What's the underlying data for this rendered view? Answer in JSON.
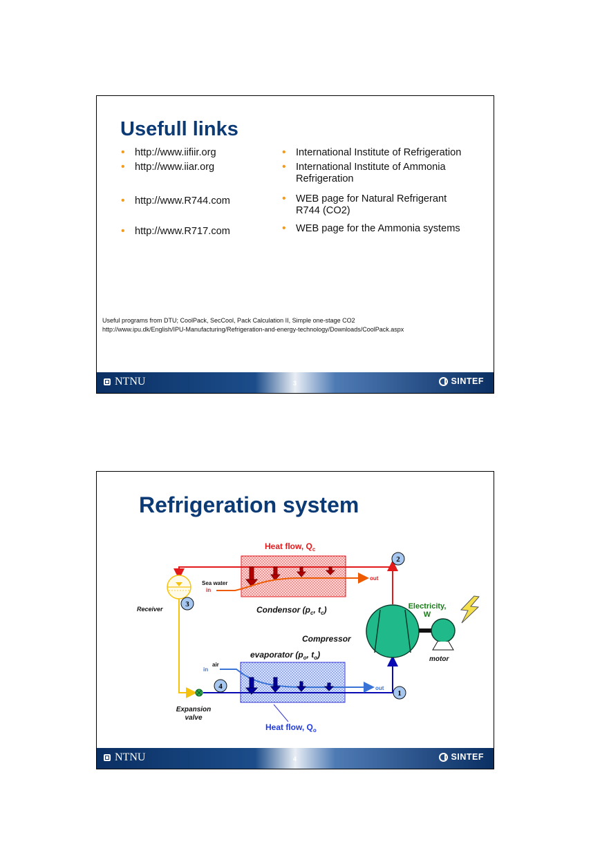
{
  "slide1": {
    "title": "Usefull links",
    "links": [
      "http://www.iifiir.org",
      "http://www.iiar.org",
      "http://www.R744.com",
      "http://www.R717.com"
    ],
    "descriptions": [
      "International Institute of Refrigeration",
      "International Institute of Ammonia",
      "Refrigeration",
      "WEB page for Natural Refrigerant",
      "R744 (CO2)",
      "WEB page for the Ammonia systems"
    ],
    "note_line1": "Useful programs from DTU; CoolPack, SecCool, Pack Calculation II, Simple one-stage CO2",
    "note_line2": "http://www.ipu.dk/English/IPU-Manufacturing/Refrigeration-and-energy-technology/Downloads/CoolPack.aspx",
    "footer": {
      "left": "NTNU",
      "page": "3",
      "right": "SINTEF"
    }
  },
  "slide2": {
    "title": "Refrigeration system",
    "diagram": {
      "heat_flow_c": "Heat flow, Q",
      "heat_flow_c_sub": "c",
      "sea_water": "Sea water",
      "in_top": "in",
      "out_top": "out",
      "condensor_label": "Condensor (p",
      "condensor_sub_p": "c",
      "condensor_mid": ", t",
      "condensor_sub_t": "c",
      "condensor_end": ")",
      "receiver": "Receiver",
      "compressor": "Compressor",
      "electricity": "Electricity,",
      "electricity_w": "W",
      "motor": "motor",
      "evaporator_label": "evaporator (p",
      "evaporator_sub_p": "o",
      "evaporator_mid": ", t",
      "evaporator_sub_t": "o",
      "evaporator_end": ")",
      "air": "air",
      "in_bottom": "in",
      "out_bottom": "out",
      "expansion_1": "Expansion",
      "expansion_2": "valve",
      "heat_flow_o": "Heat flow, Q",
      "heat_flow_o_sub": "o",
      "node_1": "1",
      "node_2": "2",
      "node_3": "3",
      "node_4": "4"
    },
    "footer": {
      "left": "NTNU",
      "page": "4",
      "right": "SINTEF"
    }
  },
  "colors": {
    "title": "#0b3a75",
    "bullet": "#f49b1a",
    "hot_line": "#e31a1c",
    "sea_water_line": "#ee5a00",
    "cold_line": "#0a0ab4",
    "air_line": "#3a73d6",
    "receiver_line": "#f4c20d",
    "compressor": "#1fb98a",
    "electricity_text": "#1a7a1a",
    "bolt": "#f4e04d"
  }
}
